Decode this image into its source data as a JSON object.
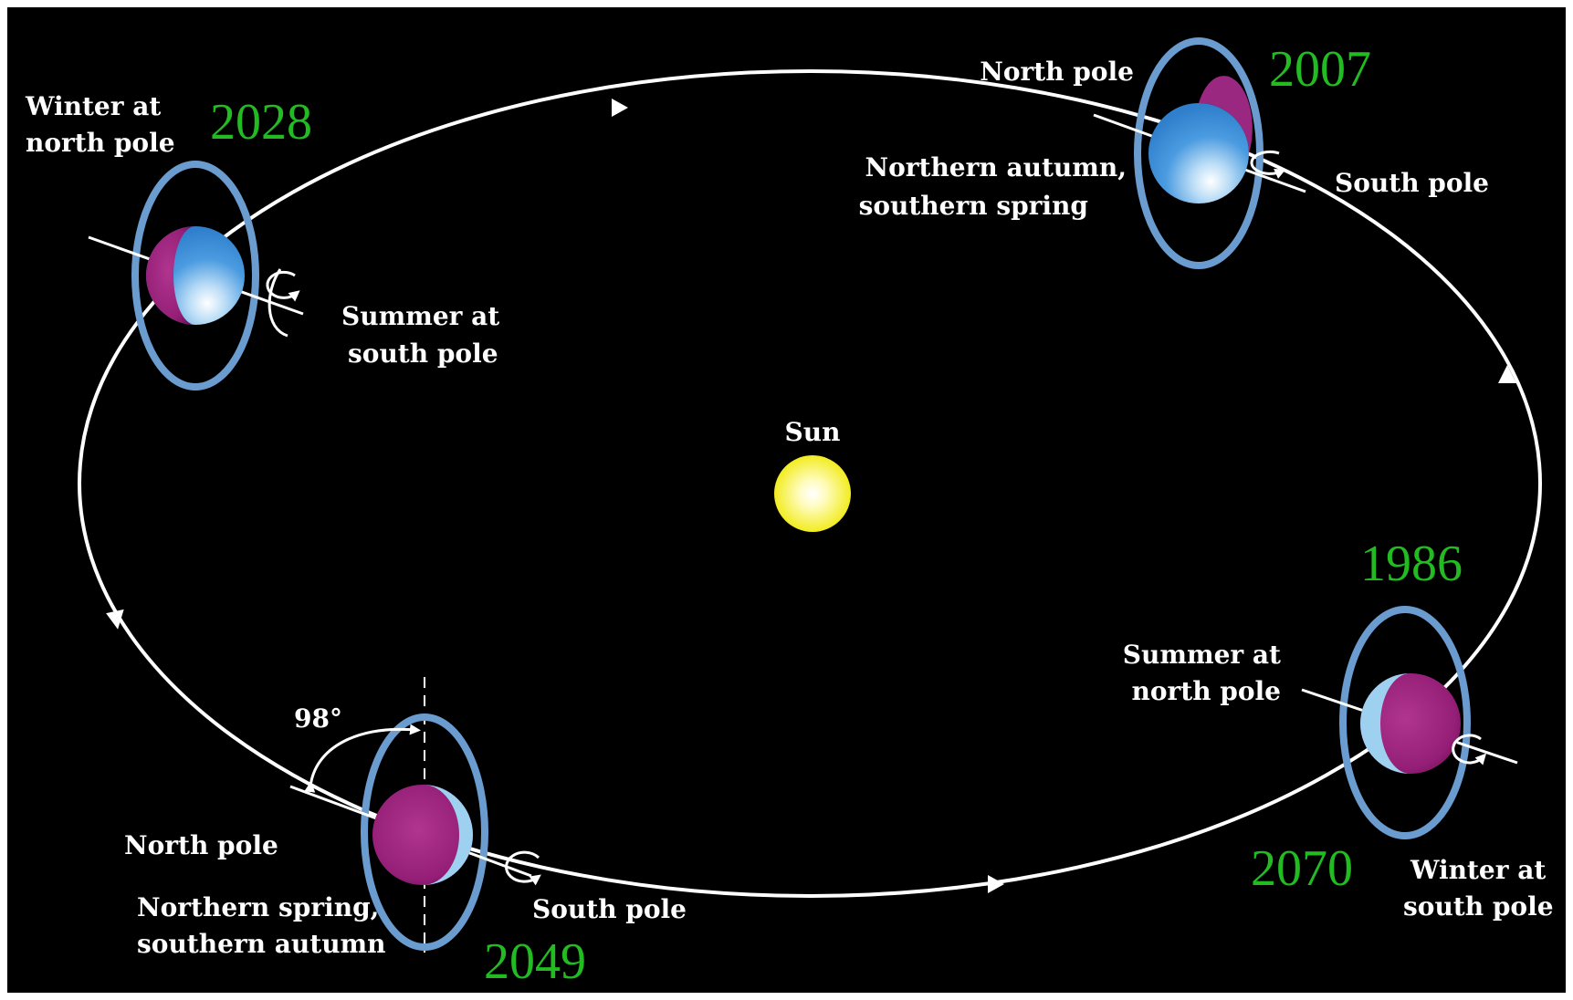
{
  "colors": {
    "background": "#000000",
    "orbit": "#ffffff",
    "ring": "#6a9cd0",
    "year_label": "#22bb22",
    "text": "#ffffff",
    "planet_blue": "#4a9be0",
    "planet_magenta": "#a0207e",
    "sun": "#f7f23a"
  },
  "sun_label": "Sun",
  "positions": {
    "p2007": {
      "year": "2007",
      "north_pole": "North pole",
      "south_pole": "South pole",
      "season_line1": "Northern autumn,",
      "season_line2": "southern spring"
    },
    "p2028": {
      "year": "2028",
      "note1_line1": "Winter at",
      "note1_line2": "north pole",
      "note2_line1": "Summer at",
      "note2_line2": "south pole"
    },
    "p2049": {
      "year": "2049",
      "angle": "98°",
      "north_pole": "North pole",
      "south_pole": "South pole",
      "season_line1": "Northern spring,",
      "season_line2": "southern autumn"
    },
    "p1986": {
      "year": "1986",
      "note1_line1": "Summer at",
      "note1_line2": "north pole"
    },
    "p2070": {
      "year": "2070",
      "note1_line1": "Winter at",
      "note1_line2": "south pole"
    }
  }
}
